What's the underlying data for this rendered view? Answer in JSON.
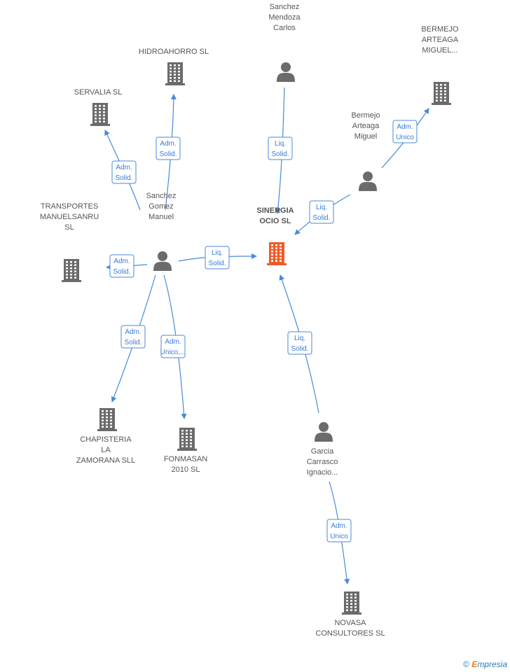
{
  "colors": {
    "edge": "#4a8ad8",
    "node": "#6b6b6b",
    "main_node": "#f05a28"
  },
  "nodes": [
    {
      "id": "sinergia",
      "type": "company",
      "main": true,
      "lines": [
        "SINERGIA",
        "OCIO SL"
      ]
    },
    {
      "id": "sanchez_gomez",
      "type": "person",
      "lines": [
        "Sanchez",
        "Gomez",
        "Manuel"
      ]
    },
    {
      "id": "sanchez_mendoza",
      "type": "person",
      "lines": [
        "Sanchez",
        "Mendoza",
        "Carlos"
      ]
    },
    {
      "id": "bermejo_person",
      "type": "person",
      "lines": [
        "Bermejo",
        "Arteaga",
        "Miguel"
      ]
    },
    {
      "id": "garcia",
      "type": "person",
      "lines": [
        "Garcia",
        "Carrasco",
        "Ignacio..."
      ]
    },
    {
      "id": "hidroahorro",
      "type": "company",
      "lines": [
        "HIDROAHORRO SL"
      ]
    },
    {
      "id": "servalia",
      "type": "company",
      "lines": [
        "SERVALIA SL"
      ]
    },
    {
      "id": "bermejo_co",
      "type": "company",
      "lines": [
        "BERMEJO",
        "ARTEAGA",
        "MIGUEL..."
      ]
    },
    {
      "id": "transportes",
      "type": "company",
      "lines": [
        "TRANSPORTES",
        "MANUELSANRU",
        "SL"
      ]
    },
    {
      "id": "chapisteria",
      "type": "company",
      "lines": [
        "CHAPISTERIA",
        "LA",
        "ZAMORANA SLL"
      ]
    },
    {
      "id": "fonmasan",
      "type": "company",
      "lines": [
        "FONMASAN",
        "2010 SL"
      ]
    },
    {
      "id": "novasa",
      "type": "company",
      "lines": [
        "NOVASA",
        "CONSULTORES SL"
      ]
    }
  ],
  "edges": [
    {
      "from": "sanchez_gomez",
      "to": "hidroahorro",
      "lines": [
        "Adm.",
        "Solid."
      ]
    },
    {
      "from": "sanchez_gomez",
      "to": "servalia",
      "lines": [
        "Adm.",
        "Solid."
      ]
    },
    {
      "from": "sanchez_gomez",
      "to": "transportes",
      "lines": [
        "Adm.",
        "Solid."
      ]
    },
    {
      "from": "sanchez_gomez",
      "to": "sinergia",
      "lines": [
        "Liq.",
        "Solid."
      ]
    },
    {
      "from": "sanchez_gomez",
      "to": "chapisteria",
      "lines": [
        "Adm.",
        "Solid."
      ]
    },
    {
      "from": "sanchez_gomez",
      "to": "fonmasan",
      "lines": [
        "Adm.",
        "Unico,..."
      ]
    },
    {
      "from": "sanchez_mendoza",
      "to": "sinergia",
      "lines": [
        "Liq.",
        "Solid."
      ]
    },
    {
      "from": "bermejo_person",
      "to": "sinergia",
      "lines": [
        "Liq.",
        "Solid."
      ]
    },
    {
      "from": "bermejo_person",
      "to": "bermejo_co",
      "lines": [
        "Adm.",
        "Unico"
      ]
    },
    {
      "from": "garcia",
      "to": "sinergia",
      "lines": [
        "Liq.",
        "Solid."
      ]
    },
    {
      "from": "garcia",
      "to": "novasa",
      "lines": [
        "Adm.",
        "Unico"
      ]
    }
  ],
  "brand": {
    "symbol": "©",
    "initial": "E",
    "rest": "mpresia"
  }
}
